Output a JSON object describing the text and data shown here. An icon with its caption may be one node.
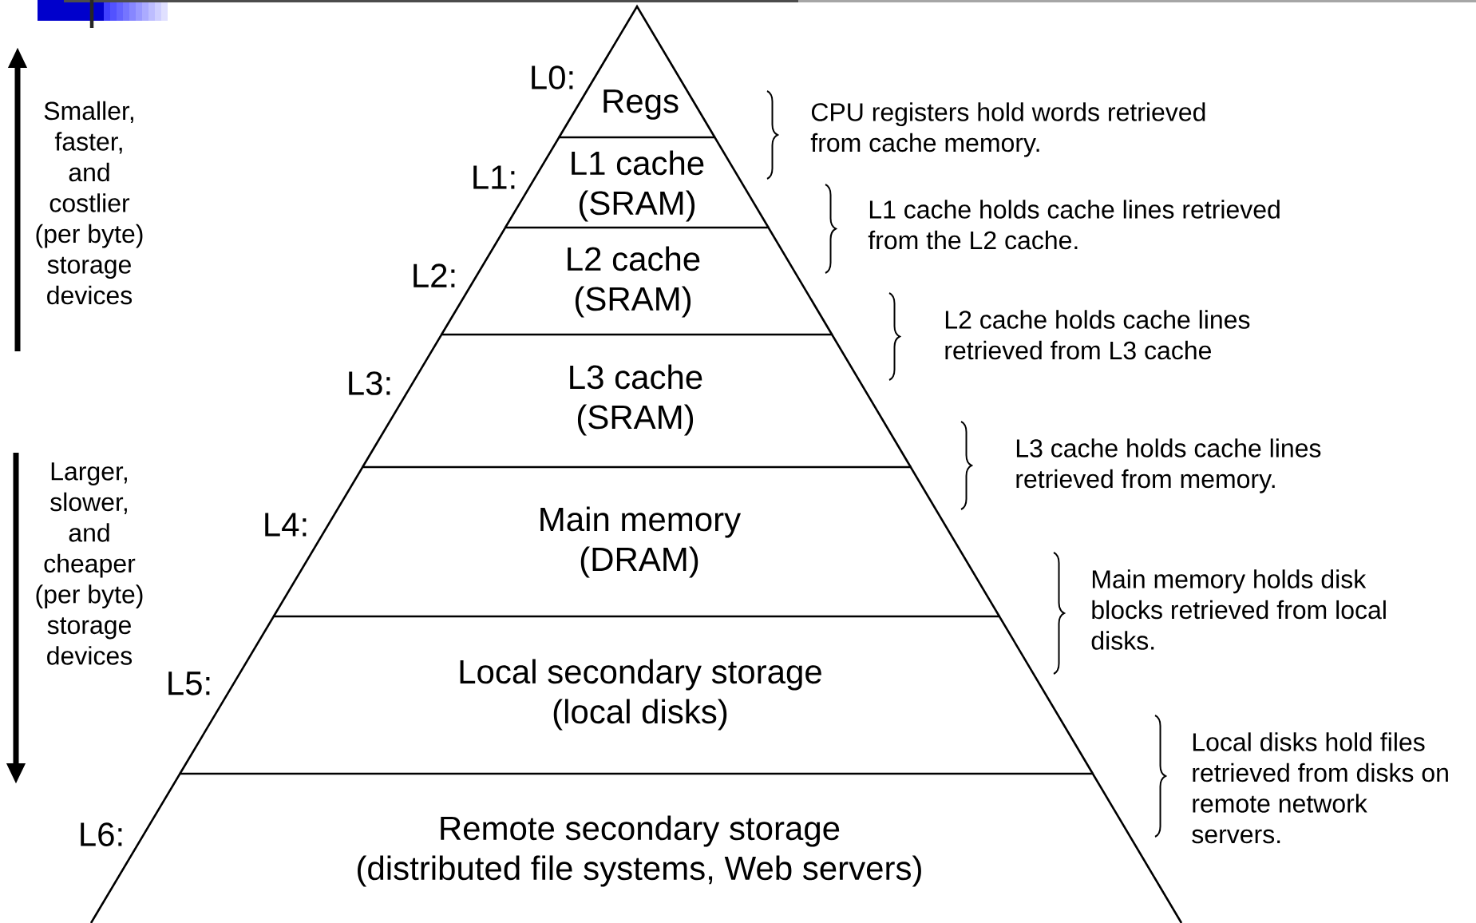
{
  "diagram": {
    "nodes": [
      {
        "text": [
          "L0:",
          "Regs"
        ]
      },
      {
        "text": [
          "L1:",
          "L1 cache (SRAM)"
        ]
      },
      {
        "text": [
          "L2:",
          "L2 cache (SRAM)"
        ]
      },
      {
        "text": [
          "L3:",
          "L3 cache (SRAM)"
        ]
      },
      {
        "text": [
          "L4:",
          "Main memory (DRAM)"
        ]
      },
      {
        "text": [
          "L5:",
          "Local secondary storage (local disks)"
        ]
      },
      {
        "text": [
          "L6:",
          "Remote secondary storage (distributed file systems, Web servers)"
        ]
      }
    ],
    "labels": [
      "Smaller, faster, and costlier (per byte) storage devices",
      "Larger, slower, and cheaper (per byte) storage devices",
      "CPU registers hold words retrieved from cache memory.",
      "L1 cache holds cache lines retrieved from the L2 cache.",
      "L2 cache holds cache lines retrieved from L3 cache",
      "L3 cache holds cache lines retrieved from memory.",
      "Main memory holds disk blocks retrieved from local disks.",
      "Local disks hold files retrieved from disks on remote network servers."
    ]
  }
}
